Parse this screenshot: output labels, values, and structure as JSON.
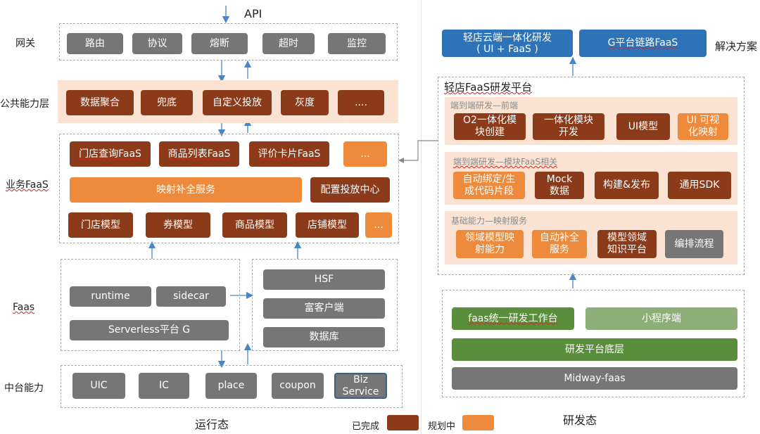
{
  "top": {
    "api_label": "API"
  },
  "left": {
    "row_labels": {
      "gateway": "网关",
      "public": "公共能力层",
      "biz": "业务FaaS",
      "faas": "Faas",
      "middle": "中台能力"
    },
    "gateway_items": [
      "路由",
      "协议",
      "熔断",
      "超时",
      "监控"
    ],
    "public_items": [
      "数据聚合",
      "兜底",
      "自定义投放",
      "灰度",
      "...."
    ],
    "biz_row1": [
      "门店查询FaaS",
      "商品列表FaaS",
      "评价卡片FaaS",
      "..."
    ],
    "mapping_service": "映射补全服务",
    "config_center": "配置投放中心",
    "models": [
      "门店模型",
      "券模型",
      "商品模型",
      "店铺模型",
      "..."
    ],
    "faas_left": {
      "runtime": "runtime",
      "sidecar": "sidecar",
      "serverless": "Serverless平台 G"
    },
    "faas_right": [
      "HSF",
      "富客户端",
      "数据库"
    ],
    "middle_items": [
      "UIC",
      "IC",
      "place",
      "coupon",
      "Biz\nService"
    ],
    "bottom_label": "运行态"
  },
  "right": {
    "solution_boxes": [
      "轻店云端一体化研发\n( UI + FaaS )",
      "G平台链路FaaS"
    ],
    "solution_label": "解决方案",
    "platform_title": "轻店FaaS研发平台",
    "section1": {
      "title": "端到端研发—前端",
      "items": [
        "O2一体化模\n块创建",
        "一体化模块\n开发",
        "UI模型",
        "UI 可视\n化映射"
      ]
    },
    "section2": {
      "title": "端到端研发—模块FaaS相关",
      "items": [
        "自动绑定/生\n成代码片段",
        "Mock\n数据",
        "构建&发布",
        "通用SDK"
      ]
    },
    "section3": {
      "title": "基础能力—映射服务",
      "items": [
        "领域模型映\n射能力",
        "自动补全\n服务",
        "模型领域\n知识平台",
        "编排流程"
      ]
    },
    "base_items": {
      "workbench": "faas统一研发工作台",
      "miniapp": "小程序端",
      "base_layer": "研发平台底层",
      "midway": "Midway-faas"
    },
    "bottom_label": "研发态"
  },
  "legend": {
    "done": "已完成",
    "planned": "规划中"
  },
  "colors": {
    "done": "#8B3A1A",
    "planned": "#EE8A3C",
    "gray": "#767676",
    "blue": "#2E73B8",
    "green": "#5B8E3C",
    "light_green": "#8DAE78",
    "band": "#FBE3D3"
  }
}
